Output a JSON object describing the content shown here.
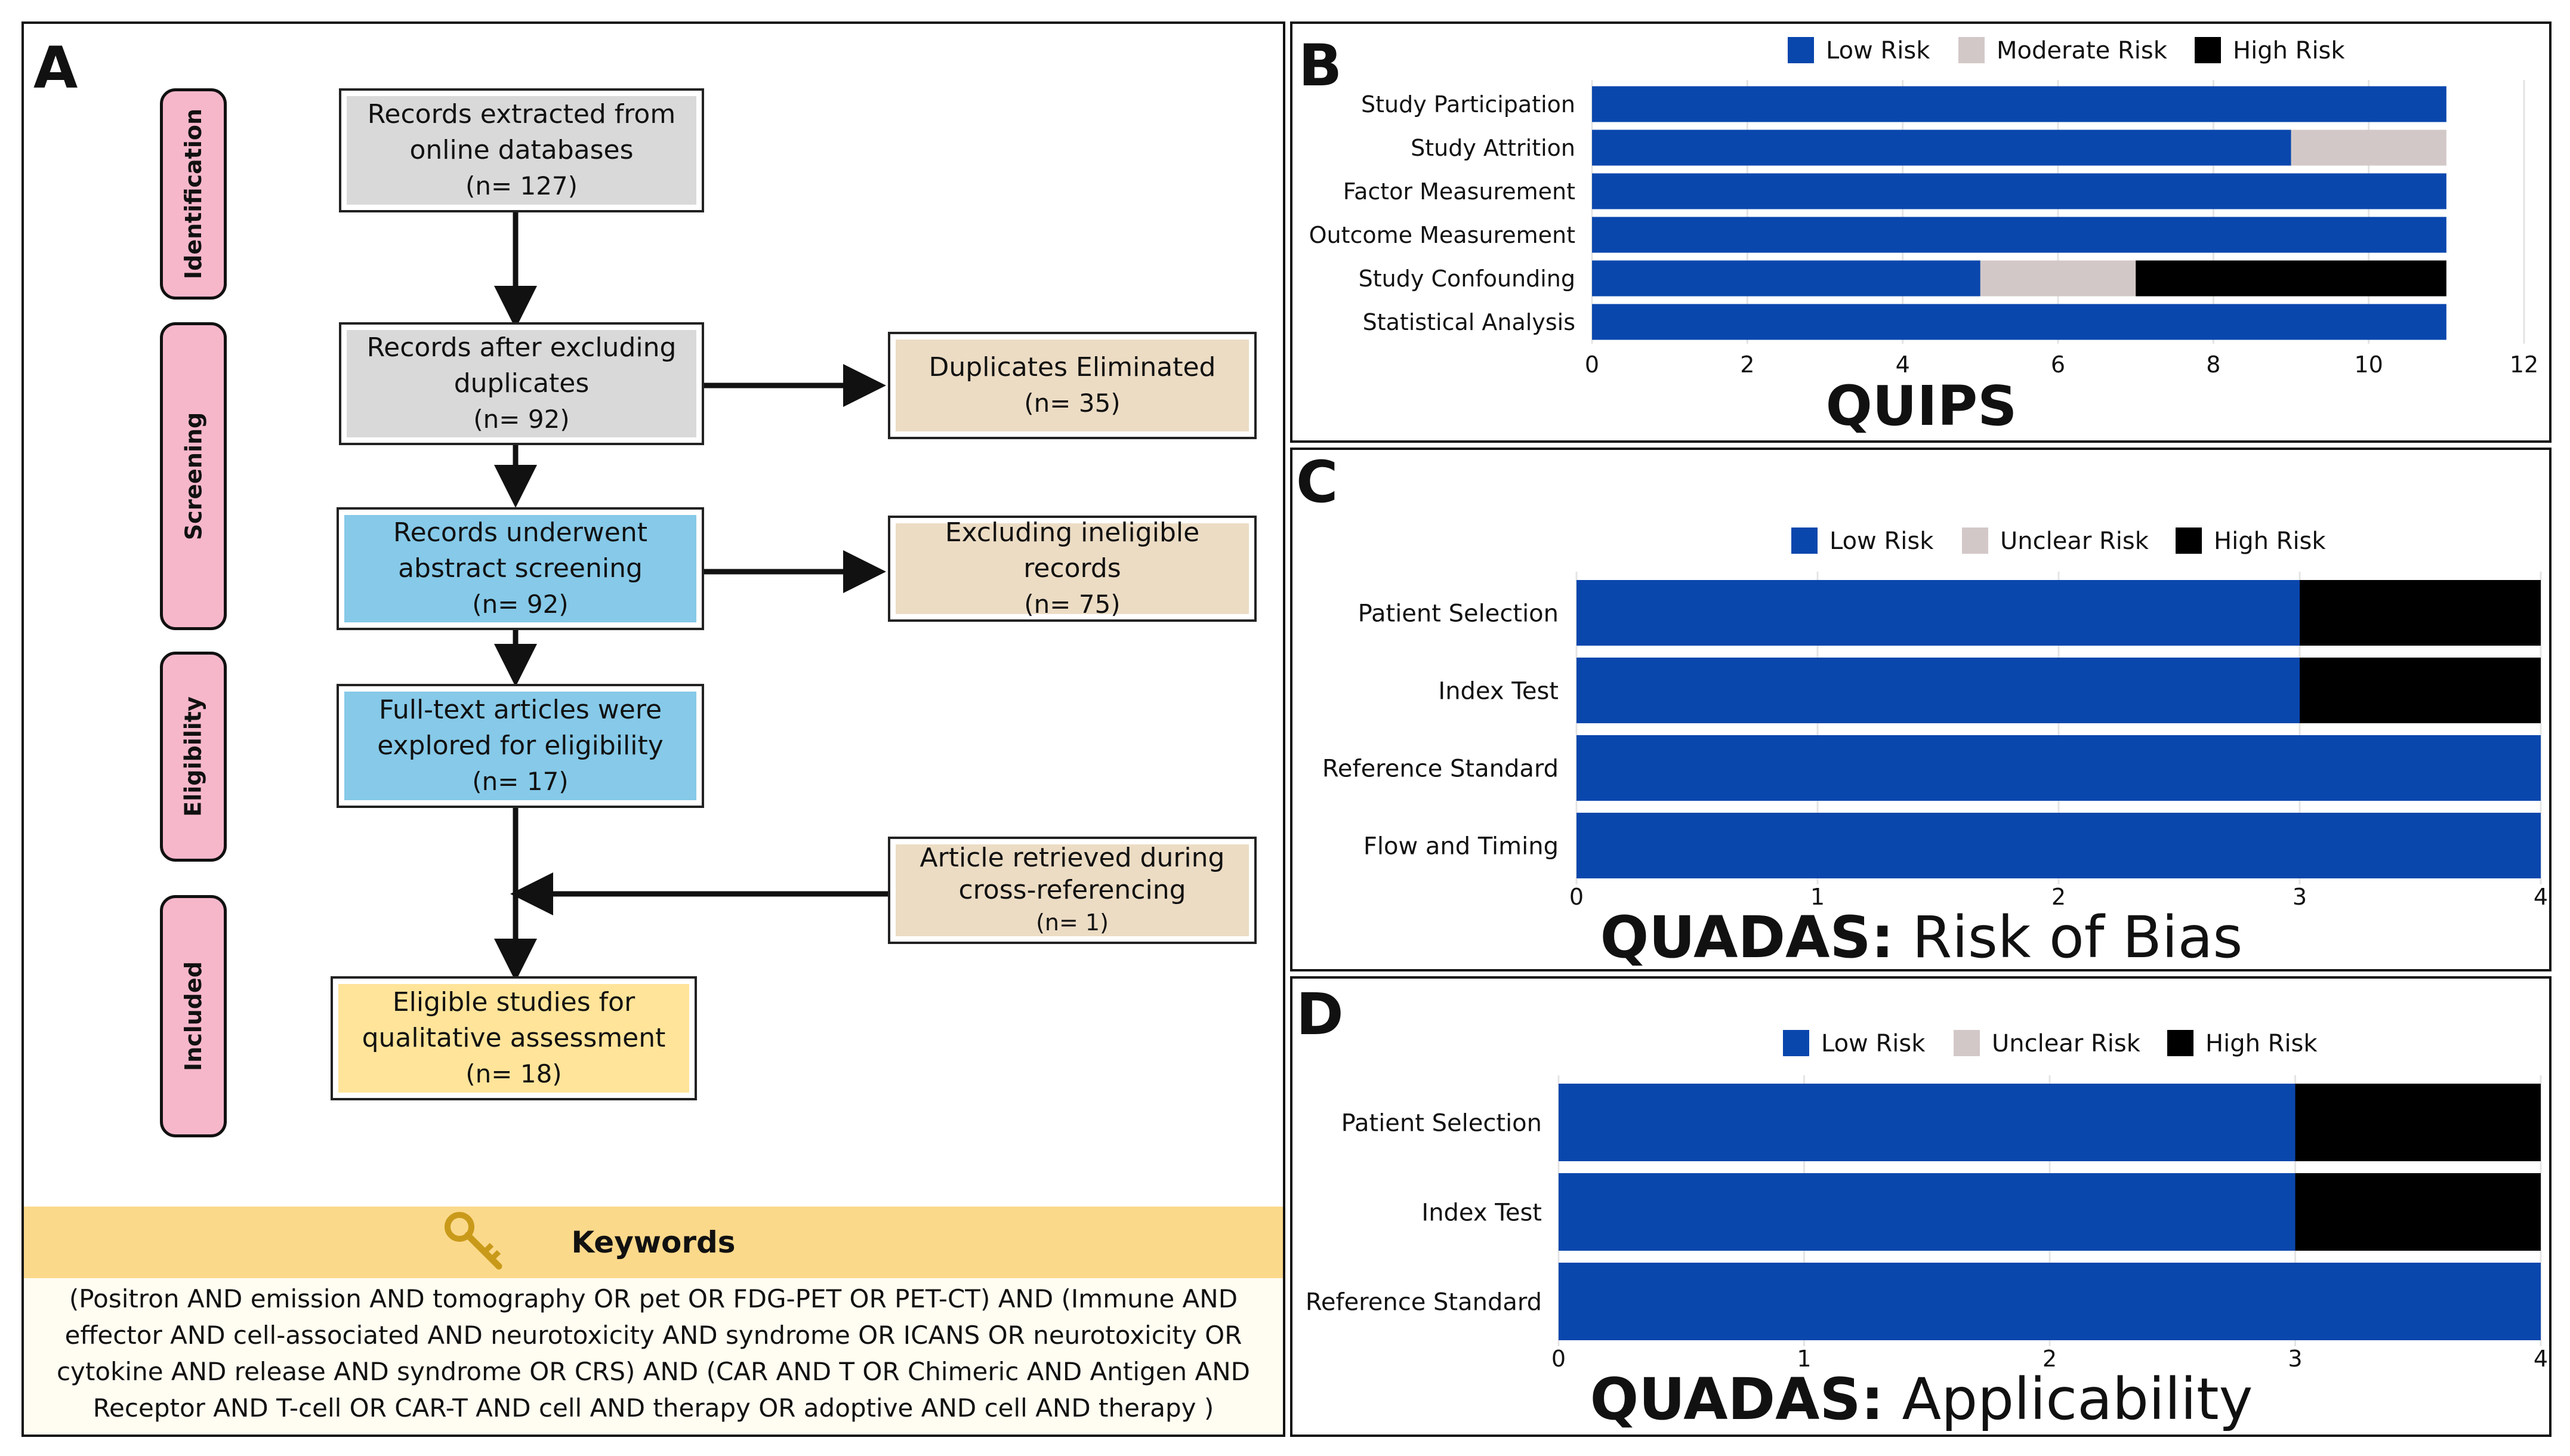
{
  "panels": {
    "a": "A",
    "b": "B",
    "c": "C",
    "d": "D"
  },
  "stages": [
    "Identification",
    "Screening",
    "Eligibility",
    "Included"
  ],
  "flow": {
    "extracted": {
      "line1": "Records extracted from",
      "line2": "online databases",
      "count": "(n= 127)"
    },
    "after_dup": {
      "line1": "Records after excluding",
      "line2": "duplicates",
      "count": "(n= 92)"
    },
    "abstract": {
      "line1": "Records underwent",
      "line2": "abstract screening",
      "count": "(n= 92)"
    },
    "fulltext": {
      "line1": "Full-text articles were",
      "line2": "explored for eligibility",
      "count": "(n= 17)"
    },
    "eligible": {
      "line1": "Eligible studies for",
      "line2": "qualitative assessment",
      "count": "(n= 18)"
    },
    "duplicates": {
      "line1": "Duplicates Eliminated",
      "count": "(n= 35)"
    },
    "ineligible": {
      "line1": "Excluding ineligible records",
      "count": "(n= 75)"
    },
    "retrieved": {
      "line1": "Article retrieved during",
      "line2": "cross-referencing",
      "count": "(n= 1)"
    }
  },
  "keywords": {
    "title": "Keywords",
    "icon": "key-icon",
    "text": "(Positron AND emission AND tomography OR pet OR FDG-PET OR PET-CT) AND (Immune AND effector AND cell-associated AND neurotoxicity AND syndrome OR ICANS OR neurotoxicity OR cytokine AND release AND syndrome OR CRS) AND (CAR AND T OR Chimeric AND Antigen AND Receptor AND T-cell OR CAR-T AND cell AND therapy OR adoptive AND cell AND therapy )"
  },
  "colors": {
    "low": "#0a47ad",
    "mid": "#d3c8c8",
    "high": "#000000",
    "grid": "#e4e4e4"
  },
  "chart_data": [
    {
      "id": "quips",
      "type": "bar",
      "orientation": "horizontal",
      "stacked": true,
      "title_bold": "QUIPS",
      "title_rest": "",
      "categories": [
        "Study Participation",
        "Study Attrition",
        "Factor Measurement",
        "Outcome Measurement",
        "Study Confounding",
        "Statistical Analysis"
      ],
      "series": [
        {
          "name": "Low Risk",
          "color": "#0a47ad",
          "values": [
            11,
            9,
            11,
            11,
            5,
            11
          ]
        },
        {
          "name": "Moderate Risk",
          "color": "#d3c8c8",
          "values": [
            0,
            2,
            0,
            0,
            2,
            0
          ]
        },
        {
          "name": "High Risk",
          "color": "#000000",
          "values": [
            0,
            0,
            0,
            0,
            4,
            0
          ]
        }
      ],
      "xlim": [
        0,
        12
      ],
      "xticks": [
        0,
        2,
        4,
        6,
        8,
        10,
        12
      ],
      "grid": true,
      "legend": "top"
    },
    {
      "id": "quadas-bias",
      "type": "bar",
      "orientation": "horizontal",
      "stacked": true,
      "title_bold": "QUADAS:",
      "title_rest": " Risk of Bias",
      "categories": [
        "Patient Selection",
        "Index Test",
        "Reference Standard",
        "Flow and Timing"
      ],
      "series": [
        {
          "name": "Low Risk",
          "color": "#0a47ad",
          "values": [
            3,
            3,
            4,
            4
          ]
        },
        {
          "name": "Unclear Risk",
          "color": "#d3c8c8",
          "values": [
            0,
            0,
            0,
            0
          ]
        },
        {
          "name": "High Risk",
          "color": "#000000",
          "values": [
            1,
            1,
            0,
            0
          ]
        }
      ],
      "xlim": [
        0,
        4
      ],
      "xticks": [
        0,
        1,
        2,
        3,
        4
      ],
      "grid": true,
      "legend": "top"
    },
    {
      "id": "quadas-applicability",
      "type": "bar",
      "orientation": "horizontal",
      "stacked": true,
      "title_bold": "QUADAS:",
      "title_rest": " Applicability",
      "categories": [
        "Patient Selection",
        "Index Test",
        "Reference Standard"
      ],
      "series": [
        {
          "name": "Low Risk",
          "color": "#0a47ad",
          "values": [
            3,
            3,
            4
          ]
        },
        {
          "name": "Unclear Risk",
          "color": "#d3c8c8",
          "values": [
            0,
            0,
            0
          ]
        },
        {
          "name": "High Risk",
          "color": "#000000",
          "values": [
            1,
            1,
            0
          ]
        }
      ],
      "xlim": [
        0,
        4
      ],
      "xticks": [
        0,
        1,
        2,
        3,
        4
      ],
      "grid": true,
      "legend": "top"
    }
  ]
}
